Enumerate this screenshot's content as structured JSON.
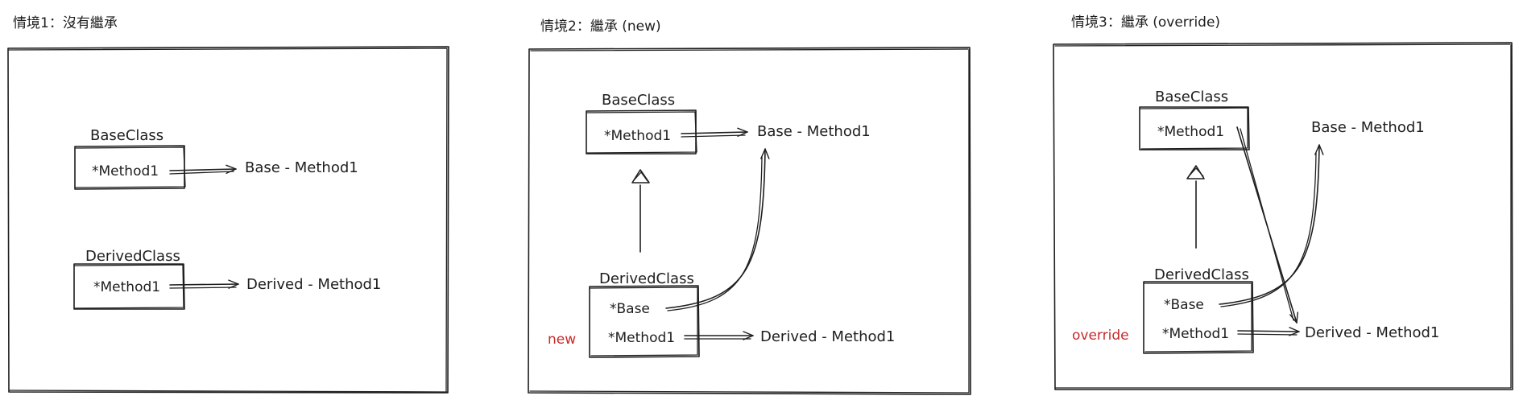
{
  "accent_color": "#c92a2a",
  "scenarios": [
    {
      "title": "情境1：沒有繼承",
      "base_class": {
        "name": "BaseClass",
        "method": "*Method1",
        "output": "Base - Method1"
      },
      "derived_class": {
        "name": "DerivedClass",
        "method": "*Method1",
        "output": "Derived - Method1"
      }
    },
    {
      "title": "情境2：繼承 (new)",
      "base_class": {
        "name": "BaseClass",
        "method": "*Method1",
        "output": "Base - Method1"
      },
      "derived_class": {
        "name": "DerivedClass",
        "base_member": "*Base",
        "method": "*Method1",
        "output": "Derived - Method1",
        "keyword": "new"
      }
    },
    {
      "title": "情境3：繼承 (override)",
      "base_class": {
        "name": "BaseClass",
        "method": "*Method1",
        "output": "Base - Method1"
      },
      "derived_class": {
        "name": "DerivedClass",
        "base_member": "*Base",
        "method": "*Method1",
        "output": "Derived - Method1",
        "keyword": "override"
      }
    }
  ]
}
